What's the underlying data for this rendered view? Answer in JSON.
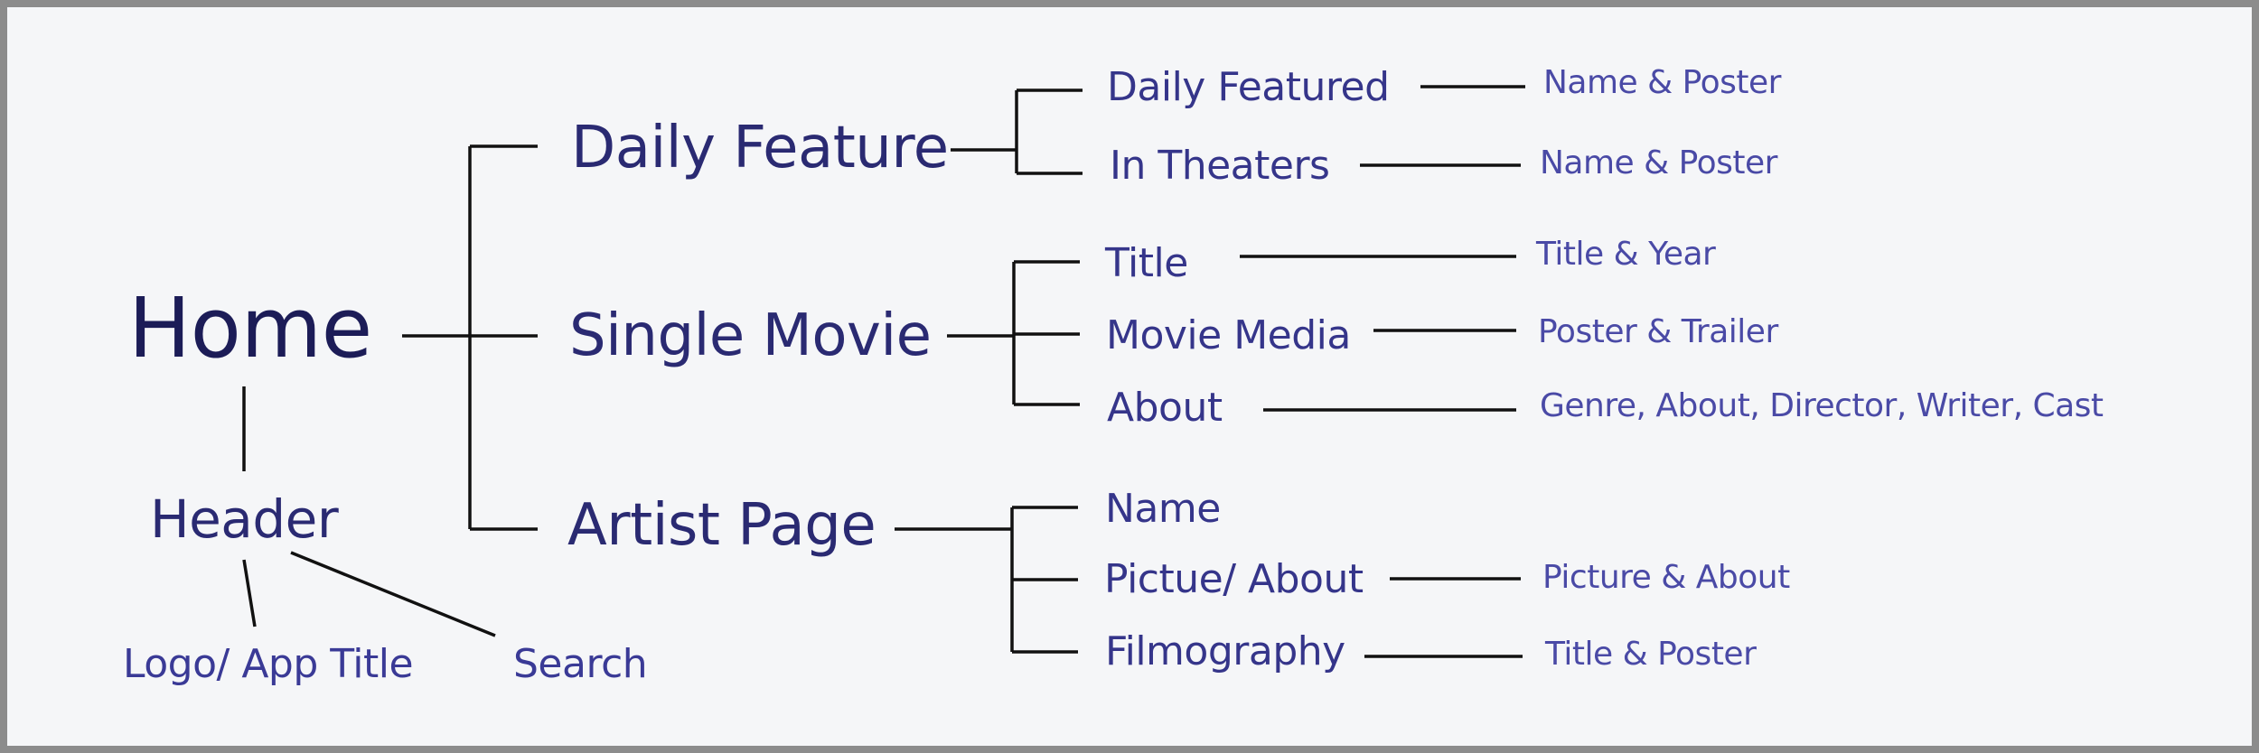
{
  "diagram": {
    "root": "Home",
    "header": {
      "label": "Header",
      "children": [
        "Logo/ App Title",
        "Search"
      ]
    },
    "sections": [
      {
        "label": "Daily Feature",
        "items": [
          {
            "label": "Daily Featured",
            "detail": "Name & Poster"
          },
          {
            "label": "In Theaters",
            "detail": "Name & Poster"
          }
        ]
      },
      {
        "label": "Single Movie",
        "items": [
          {
            "label": "Title",
            "detail": "Title & Year"
          },
          {
            "label": "Movie Media",
            "detail": "Poster & Trailer"
          },
          {
            "label": "About",
            "detail": "Genre, About, Director, Writer, Cast"
          }
        ]
      },
      {
        "label": "Artist Page",
        "items": [
          {
            "label": "Name"
          },
          {
            "label": "Pictue/ About",
            "detail": "Picture & About"
          },
          {
            "label": "Filmography",
            "detail": "Title & Poster"
          }
        ]
      }
    ]
  }
}
